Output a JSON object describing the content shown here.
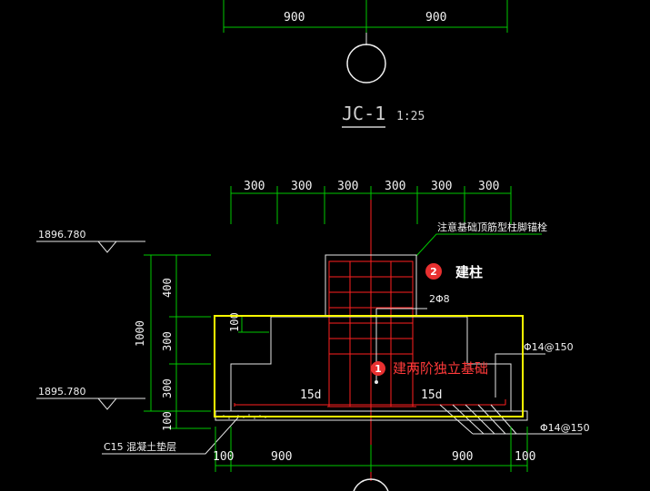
{
  "drawing": {
    "title": "JC-1",
    "scale": "1:25",
    "top_dims": [
      "900",
      "900"
    ],
    "upper_dims": [
      "300",
      "300",
      "300",
      "300",
      "300",
      "300"
    ],
    "bottom_dims": [
      "100",
      "900",
      "900",
      "100"
    ],
    "left_dims": [
      "400",
      "300",
      "300",
      "100"
    ],
    "total_height": "1000",
    "elevation_top": "1896.780",
    "elevation_bottom": "1895.780",
    "note_top": "注意基础顶筋型柱脚锚栓",
    "rebar_2phi8": "2Φ8",
    "rebar_phi14_150_a": "Φ14@150",
    "rebar_phi14_150_b": "Φ14@150",
    "lap_left": "15d",
    "lap_right": "15d",
    "step_dim": "100",
    "concrete_label": "C15  混凝土垫层"
  },
  "annotations": {
    "step1_number": "1",
    "step1_label": "建两阶独立基础",
    "step2_number": "2",
    "step2_label": "建柱"
  },
  "colors": {
    "line_green": "#00c800",
    "line_white": "#e6e6e6",
    "rebar_red": "#ff2020",
    "highlight_yellow": "#ffff00",
    "badge_red": "#e83030",
    "label_red": "#ff3a3a"
  }
}
